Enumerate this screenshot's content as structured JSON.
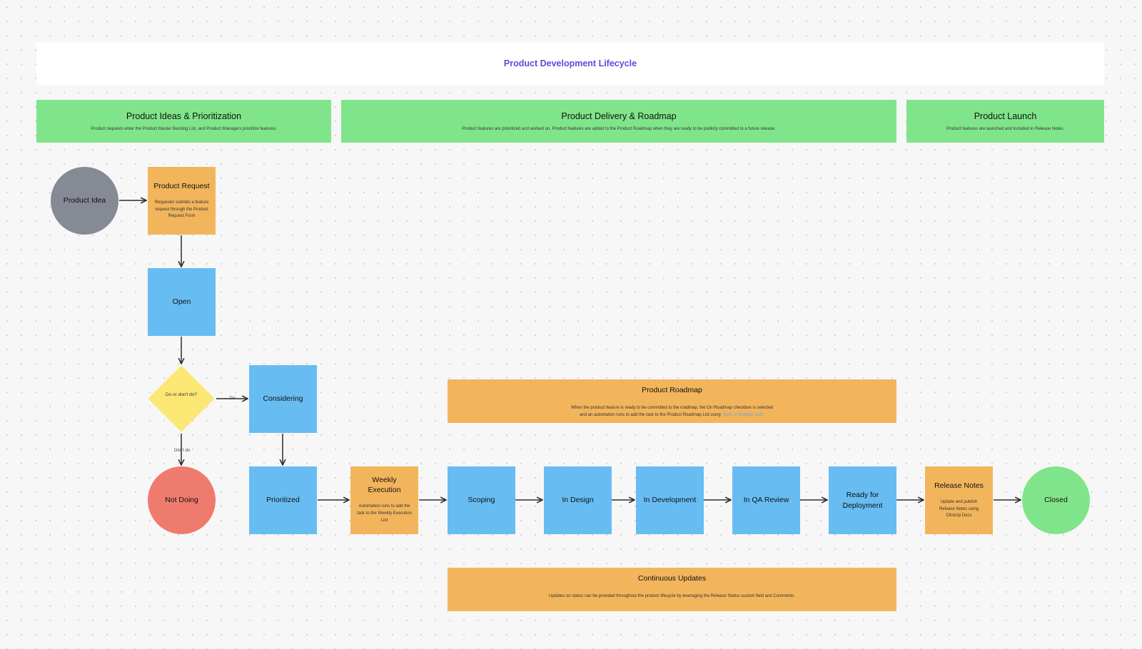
{
  "title": "Product Development Lifecycle",
  "phases": [
    {
      "title": "Product Ideas & Prioritization",
      "desc": "Product requests enter the Product Master Backlog List, and Product Managers prioritize features."
    },
    {
      "title": "Product Delivery & Roadmap",
      "desc": "Product features are prioritized and worked on. Product features are added to the Product Roadmap when they are ready to be publicly committed to a future release."
    },
    {
      "title": "Product Launch",
      "desc": "Product features are launched and included in Release Notes."
    }
  ],
  "nodes": {
    "product_idea": {
      "label": "Product Idea",
      "color": "#868a94"
    },
    "product_request": {
      "label": "Product Request",
      "desc": "Requester submits a feature request through the Product Request Form"
    },
    "open": {
      "label": "Open"
    },
    "decision": {
      "label": "Do or don't do?"
    },
    "considering": {
      "label": "Considering"
    },
    "not_doing": {
      "label": "Not Doing",
      "color": "#ef7b6f"
    },
    "prioritized": {
      "label": "Prioritized"
    },
    "weekly_execution": {
      "label": "Weekly Execution",
      "desc": "Automation runs to add the task to the Weekly Execution List"
    },
    "scoping": {
      "label": "Scoping"
    },
    "in_design": {
      "label": "In Design"
    },
    "in_development": {
      "label": "In Development"
    },
    "in_qa_review": {
      "label": "In QA Review"
    },
    "ready_for_deployment": {
      "label": "Ready for Deployment"
    },
    "release_notes": {
      "label": "Release Notes",
      "desc": "Update and publish Release Notes using ClickUp Docs"
    },
    "closed": {
      "label": "Closed",
      "color": "#80e58a"
    }
  },
  "edge_labels": {
    "do": "Do",
    "dont_do": "Don't do"
  },
  "roadmap": {
    "title": "Product Roadmap",
    "line1": "When the product feature is ready to be committed to the roadmap, the On Roadmap checkbox is selected",
    "line2_prefix": "and an automation runs to add the task to the Product Roadmap List using",
    "line2_link": "Tasks in Multiple Lists."
  },
  "updates": {
    "title": "Continuous Updates",
    "desc": "Updates on status can be provided throughout the product lifecycle by leveraging the Release Status custom field and Comments."
  },
  "colors": {
    "blue": "#67bcf2",
    "orange": "#f2b55c",
    "green": "#80e58a",
    "yellow": "#fbe774",
    "title_purple": "#5b4cdb"
  }
}
